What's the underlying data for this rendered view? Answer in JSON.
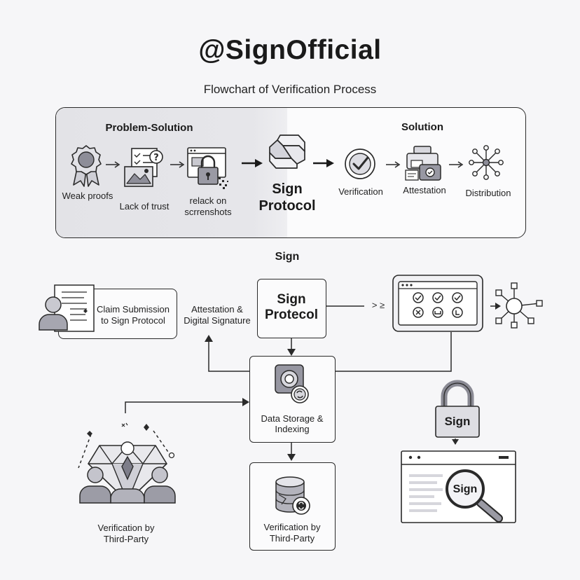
{
  "header": {
    "title": "@SignOfficial",
    "subtitle": "Flowchart of Verification Process"
  },
  "top_panel": {
    "left_heading": "Problem-Solution",
    "right_heading": "Solution",
    "steps": {
      "weak_proofs": "Weak proofs",
      "lack_of_trust": "Lack of trust",
      "relack_line1": "relack on",
      "relack_line2": "scrrenshots",
      "sign_protocol_line1": "Sign",
      "sign_protocol_line2": "Protocol",
      "verification": "Verification",
      "attestation": "Attestation",
      "distribution": "Distribution"
    }
  },
  "lower": {
    "section_label": "Sign",
    "claim_line1": "Claim Submission",
    "claim_line2": "to Sign Protocol",
    "attest_line1": "Attestation &",
    "attest_line2": "Digital Signature",
    "protocol_line1": "Sign",
    "protocol_line2": "Protecol",
    "arrow_glyph": "> ≥",
    "storage_line1": "Data Storage &",
    "storage_line2": "Indexing",
    "verify_left_line1": "Verification by",
    "verify_left_line2": "Third-Party",
    "verify_bottom_line1": "Verification by",
    "verify_bottom_line2": "Third-Party",
    "lock_label": "Sign",
    "magnifier_label": "Sign"
  }
}
